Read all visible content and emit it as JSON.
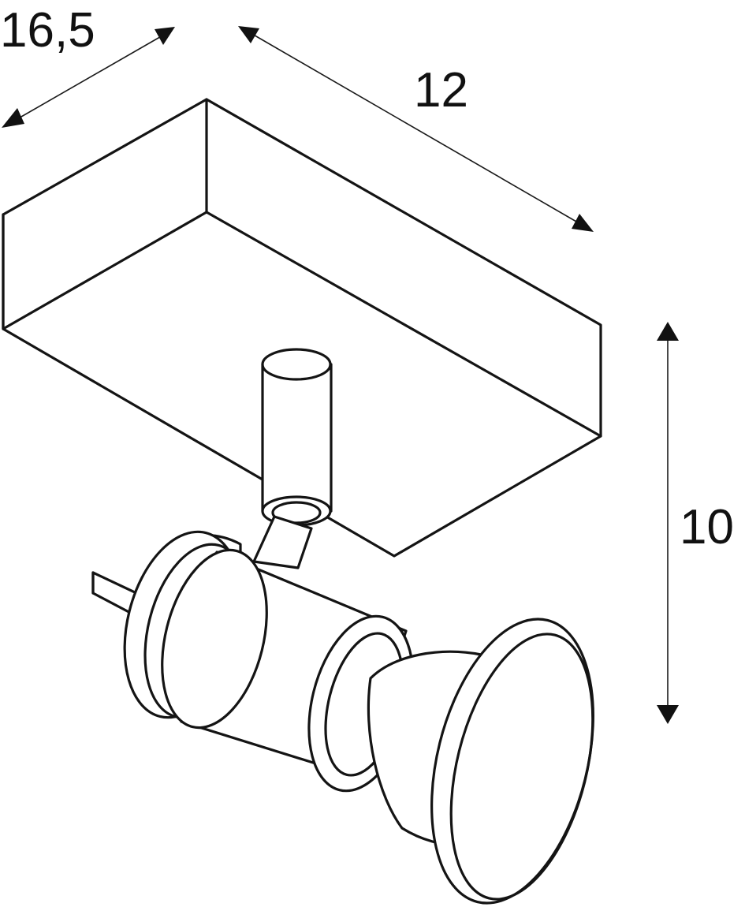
{
  "dimensions": {
    "depth": "16,5",
    "width": "12",
    "height": "10"
  }
}
